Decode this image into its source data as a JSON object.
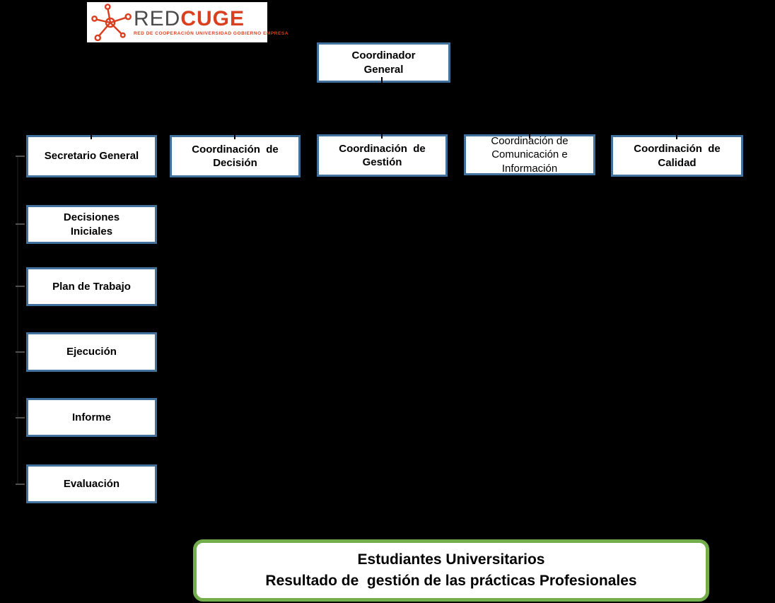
{
  "logo": {
    "name_primary": "RED",
    "name_secondary": "CUGE",
    "tagline": "RED DE COOPERACIÓN UNIVERSIDAD GOBIERNO EMPRESA",
    "icon": "network-nodes-icon",
    "accent_color": "#D8401F",
    "primary_text_color": "#4B4B4B"
  },
  "org_chart": {
    "root": {
      "label": "Coordinador\nGeneral"
    },
    "level2": [
      {
        "label": "Secretario General"
      },
      {
        "label": "Coordinación  de\nDecisión"
      },
      {
        "label": "Coordinación  de\nGestión"
      },
      {
        "label": "Coordinación de\nComunicación e\nInformación"
      },
      {
        "label": "Coordinación  de\nCalidad"
      }
    ],
    "process_steps": [
      {
        "label": "Decisiones\nIniciales"
      },
      {
        "label": "Plan de Trabajo"
      },
      {
        "label": "Ejecución"
      },
      {
        "label": "Informe"
      },
      {
        "label": "Evaluación"
      }
    ],
    "outcome": {
      "label": "Estudiantes Universitarios\nResultado de  gestión de las prácticas Profesionales"
    }
  },
  "colors": {
    "background": "#000000",
    "node_fill": "#FFFFFF",
    "node_border": "#41719C",
    "outcome_border": "#74AE4C",
    "text": "#000000",
    "connector_stub": "#4F4F4F"
  }
}
